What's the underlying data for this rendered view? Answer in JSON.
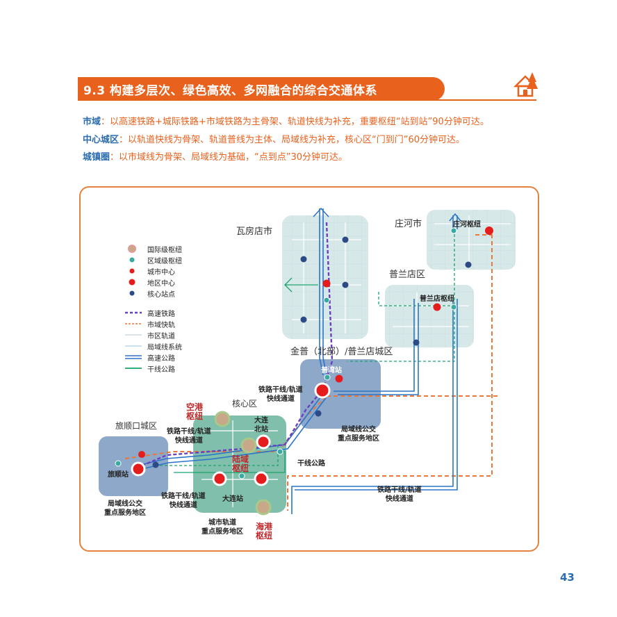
{
  "header": {
    "title": "9.3 构建多层次、绿色高效、多网融合的综合交通体系"
  },
  "intro": [
    {
      "key": "市域",
      "sep": "：",
      "text": "以高速铁路+城际铁路+市域铁路为主骨架、轨道快线为补充，重要枢纽“站到站”90分钟可达。"
    },
    {
      "key": "中心城区",
      "sep": "：",
      "text": "以轨道快线为骨架、轨道普线为主体、局域线为补充，核心区“门到门”60分钟可达。"
    },
    {
      "key": "城镇圈",
      "sep": "：",
      "text": "以市域线为骨架、局域线为基础，“点到点”30分钟可达。"
    }
  ],
  "legend": [
    {
      "label": "国际级枢纽",
      "symbol": "intl-hub"
    },
    {
      "label": "区域级枢纽",
      "symbol": "regional-hub"
    },
    {
      "label": "城市中心",
      "symbol": "city-center"
    },
    {
      "label": "地区中心",
      "symbol": "district-center"
    },
    {
      "label": "核心站点",
      "symbol": "core-station"
    },
    {
      "label": "高速铁路",
      "symbol": "hsr-line"
    },
    {
      "label": "市域快轨",
      "symbol": "regional-rail-line"
    },
    {
      "label": "市区轨道",
      "symbol": "urban-rail-line"
    },
    {
      "label": "局域线系统",
      "symbol": "local-line"
    },
    {
      "label": "高速公路",
      "symbol": "expressway-line"
    },
    {
      "label": "干线公路",
      "symbol": "arterial-road-line"
    }
  ],
  "areas": {
    "wafangdian": "瓦房店市",
    "zhuanghe": "庄河市",
    "pulandian": "普兰店区",
    "jinpu": "金普（北部）/普兰店城区",
    "core": "核心区",
    "lvshunkou": "旅顺口城区"
  },
  "stations": {
    "zhuanghe_hub": "庄河枢纽",
    "pulandian_hub": "普兰店枢纽",
    "puwan": "普湾站",
    "dalian_north": "大连\n北站",
    "lvshun": "旅顺站",
    "dalian": "大连站"
  },
  "hubs": {
    "airport": "空港\n枢纽",
    "land": "陆域\n枢纽",
    "seaport": "海港\n枢纽"
  },
  "annotations": {
    "rail_corridor_1": "铁路干线/轨道\n快线通道",
    "rail_corridor_2": "铁路干线/轨道\n快线通道",
    "rail_corridor_3": "铁路干线/轨道\n快线通道",
    "rail_corridor_4": "铁路干线/轨道\n快线通道",
    "local_bus_1": "局域线公交\n重点服务地区",
    "local_bus_2": "局域线公交\n重点服务地区",
    "urban_rail_service": "城市轨道\n重点服务地区",
    "arterial_road": "干线公路"
  },
  "colors": {
    "orange": "#e8621e",
    "blue": "#2b6cb0",
    "hsr": "#6a3fc1",
    "regional_rail": "#e8773a",
    "expressway": "#2a74c9",
    "arterial": "#1aa36a",
    "city_center": "#e41c1c",
    "core_station": "#2b4a86"
  },
  "page_number": "43"
}
